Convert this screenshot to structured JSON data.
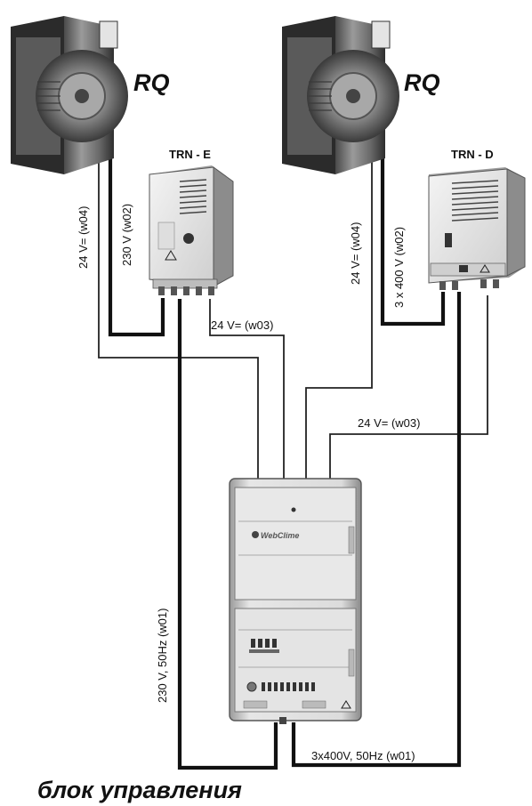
{
  "fans": [
    {
      "label": "RQ"
    },
    {
      "label": "RQ"
    }
  ],
  "controllers": [
    {
      "label": "TRN - E"
    },
    {
      "label": "TRN - D"
    }
  ],
  "control_cabinet": {
    "brand": "WebClime"
  },
  "wires": {
    "left_fan_signal": "24 V= (w04)",
    "left_fan_power": "230 V (w02)",
    "left_controller_signal": "24 V= (w03)",
    "right_fan_signal": "24 V= (w04)",
    "right_fan_power": "3 x 400 V (w02)",
    "right_controller_signal": "24 V= (w03)",
    "main_supply_single": "230 V, 50Hz  (w01)",
    "main_supply_three": "3x400V, 50Hz (w01)"
  },
  "caption": "блок управления"
}
